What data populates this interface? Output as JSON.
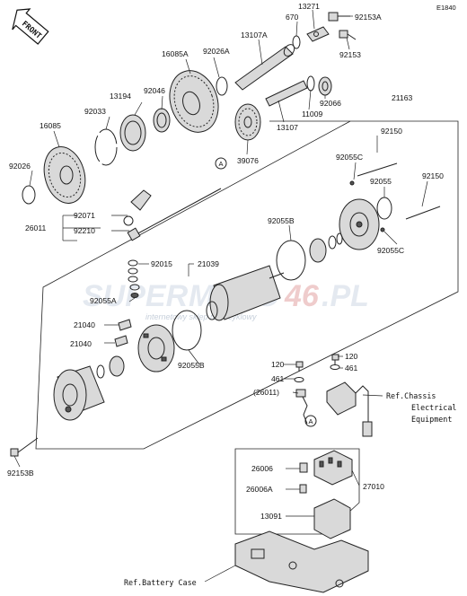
{
  "diagram_code": "E1840",
  "front_label": "FRONT",
  "watermark": {
    "brand_prefix": "SUPER",
    "brand_mid": "MOTO",
    "brand_num": "46",
    "brand_suffix": ".PL",
    "tagline": "internetowy sklep motocyklowy"
  },
  "labels": {
    "p13271": "13271",
    "p670": "670",
    "p92153A": "92153A",
    "p92153": "92153",
    "p13107A": "13107A",
    "p16085A": "16085A",
    "p92026A": "92026A",
    "p13194": "13194",
    "p92046": "92046",
    "p92033": "92033",
    "p16085": "16085",
    "p92026": "92026",
    "p92066": "92066",
    "p11009": "11009",
    "p13107": "13107",
    "p39076": "39076",
    "p21163": "21163",
    "p92150a": "92150",
    "p92150b": "92150",
    "p92055C_a": "92055C",
    "p92055": "92055",
    "p92055C_b": "92055C",
    "p92055B_a": "92055B",
    "p92071": "92071",
    "p92210": "92210",
    "p26011": "26011",
    "p92015": "92015",
    "p21039": "21039",
    "p92055A": "92055A",
    "p21040a": "21040",
    "p21040b": "21040",
    "p92055B_b": "92055B",
    "p120a": "120",
    "p461a": "461",
    "p120b": "120",
    "p461b": "461",
    "p26011p": "(26011)",
    "ref_chassis": "Ref.Chassis",
    "ref_electrical": "Electrical",
    "ref_equipment": "Equipment",
    "p26006": "26006",
    "p26006A": "26006A",
    "p27010": "27010",
    "p13091": "13091",
    "p92153B": "92153B",
    "ref_battery": "Ref.Battery Case",
    "callout_a1": "A",
    "callout_a2": "A"
  }
}
